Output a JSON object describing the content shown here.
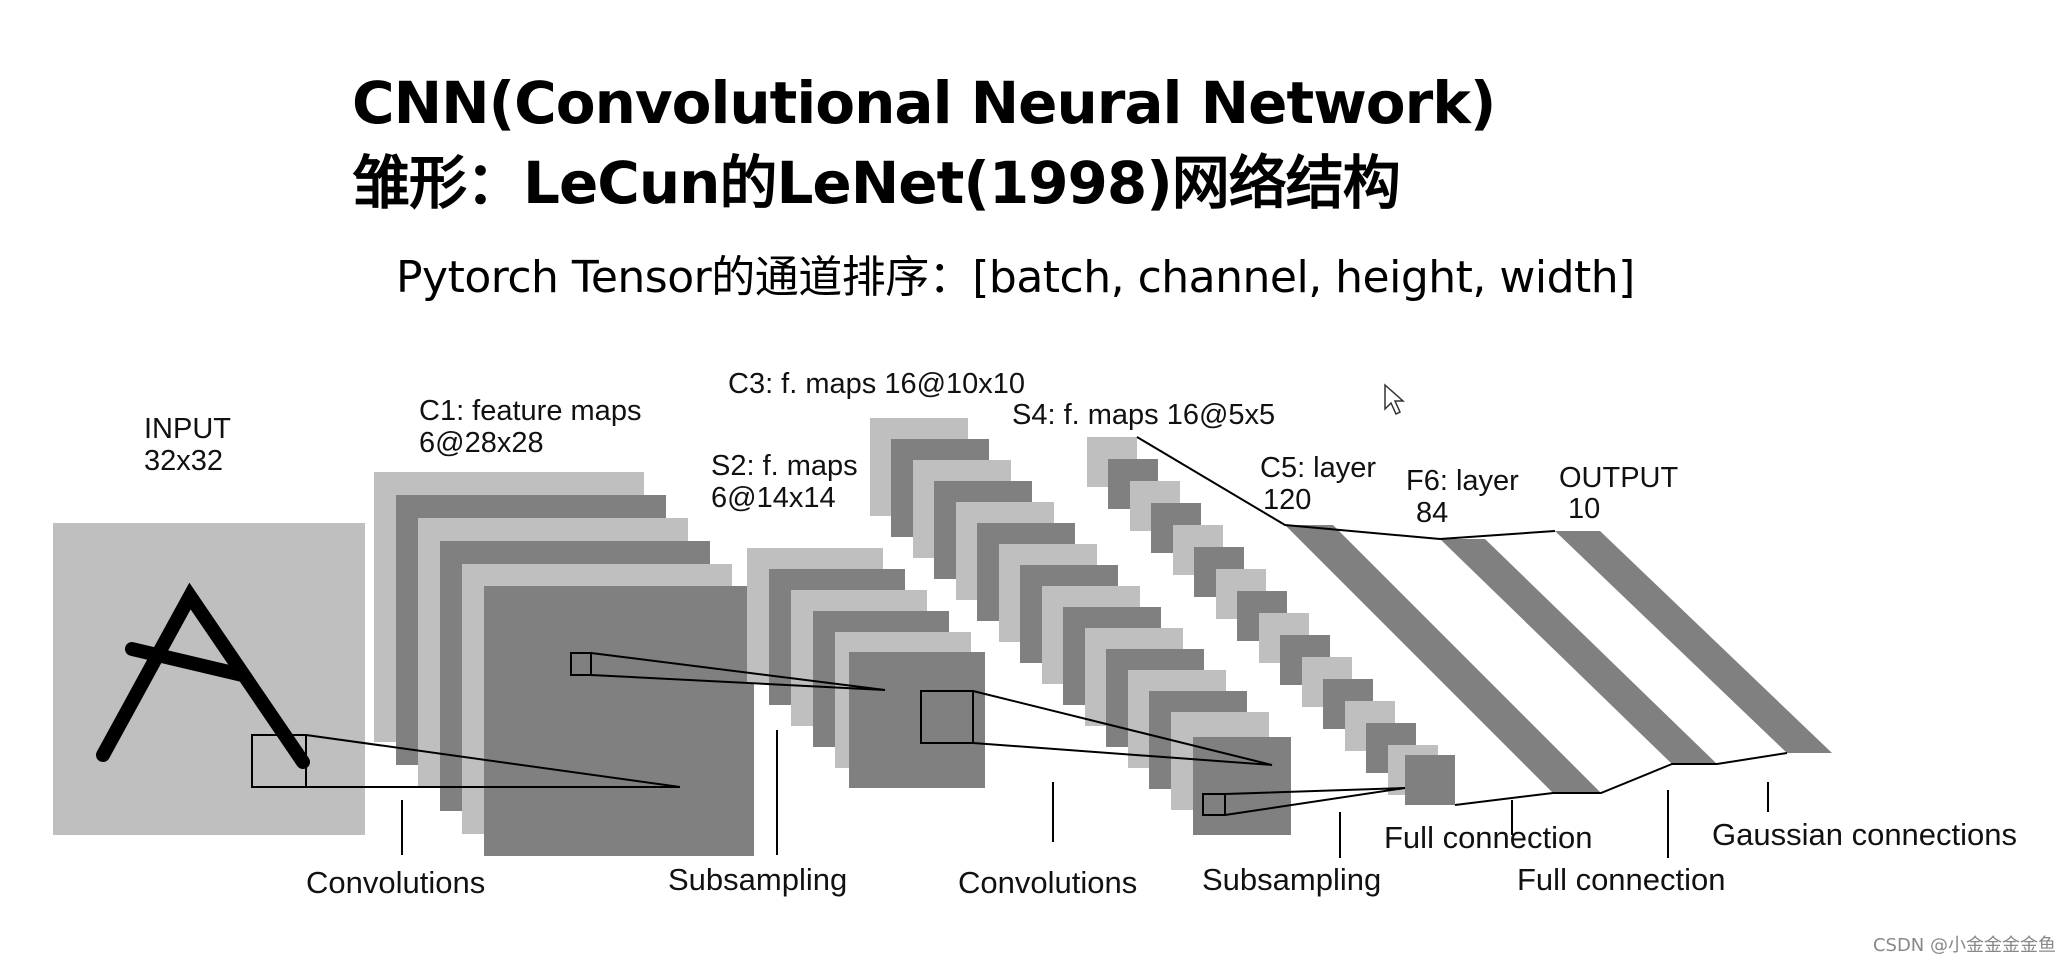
{
  "title_line1": "CNN(Convolutional Neural Network)",
  "title_line2": "雏形：LeCun的LeNet(1998)网络结构",
  "subtitle": "Pytorch Tensor的通道排序：[batch, channel, height, width]",
  "watermark": "CSDN @小金金金金鱼",
  "diagram": {
    "input_label": {
      "line1": "INPUT",
      "line2": "32x32"
    },
    "c1_label": {
      "line1": "C1: feature maps",
      "line2": "6@28x28"
    },
    "s2_label": {
      "line1": "S2: f. maps",
      "line2": "6@14x14"
    },
    "c3_label": "C3: f. maps 16@10x10",
    "s4_label": "S4: f. maps 16@5x5",
    "c5_label": {
      "line1": "C5: layer",
      "line2": "120"
    },
    "f6_label": {
      "line1": "F6: layer",
      "line2": "84"
    },
    "output_label": {
      "line1": "OUTPUT",
      "line2": "10"
    },
    "captions": {
      "conv1": "Convolutions",
      "sub1": "Subsampling",
      "conv2": "Convolutions",
      "sub2": "Subsampling",
      "full1": "Full connection",
      "full2": "Full connection",
      "gauss": "Gaussian connections"
    },
    "colors": {
      "light": "#bfbfbf",
      "dark": "#808080",
      "line": "#000000"
    }
  }
}
